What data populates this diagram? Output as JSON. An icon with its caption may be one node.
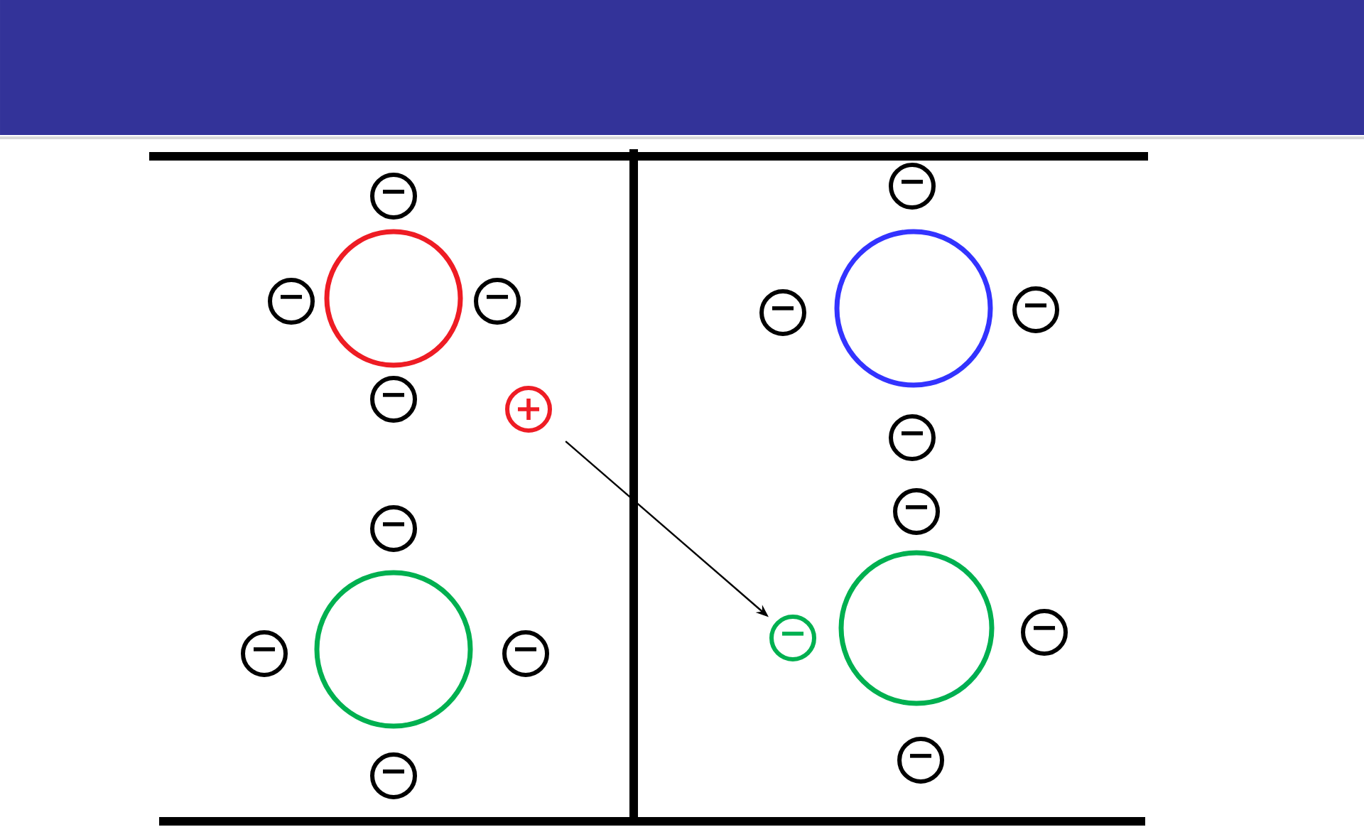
{
  "diagram": {
    "nodes": [
      {
        "text": [],
        "shape": "circle"
      },
      {
        "text": [],
        "shape": "circle"
      },
      {
        "text": [],
        "shape": "circle"
      },
      {
        "text": [],
        "shape": "circle"
      },
      {
        "text": [
          "−"
        ]
      },
      {
        "text": [
          "−"
        ]
      },
      {
        "text": [
          "−"
        ]
      },
      {
        "text": [
          "−"
        ]
      },
      {
        "text": [
          "+"
        ]
      },
      {
        "text": [
          "−"
        ]
      },
      {
        "text": [
          "−"
        ]
      },
      {
        "text": [
          "−"
        ]
      },
      {
        "text": [
          "−"
        ]
      },
      {
        "text": [
          "−"
        ]
      },
      {
        "text": [
          "−"
        ]
      },
      {
        "text": [
          "−"
        ]
      },
      {
        "text": [
          "−"
        ]
      },
      {
        "text": [
          "−"
        ]
      },
      {
        "text": [
          "−"
        ]
      },
      {
        "text": [
          "−"
        ]
      },
      {
        "text": [
          "−"
        ]
      }
    ],
    "edges": [
      {
        "from": 8,
        "to": 18,
        "arrow": "to"
      }
    ]
  }
}
